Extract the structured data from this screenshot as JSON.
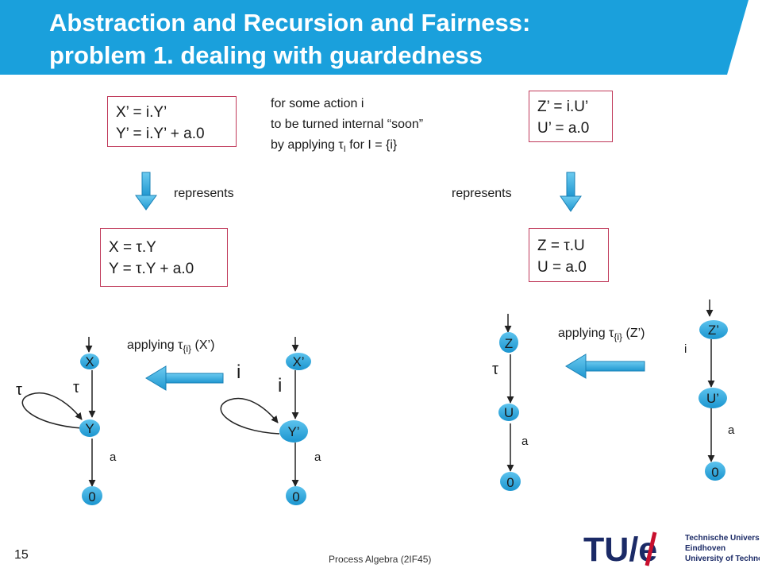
{
  "slide": {
    "title_line1": "Abstraction and Recursion and Fairness:",
    "title_line2": "problem 1. dealing with guardedness",
    "page_number": "15",
    "course": "Process Algebra (2IF45)"
  },
  "boxes": {
    "top_left": [
      "X’ = i.Y’",
      "Y’ = i.Y’ + a.0"
    ],
    "top_right": [
      "Z’ = i.U’",
      "U’ = a.0"
    ],
    "bottom_left": [
      "X = τ.Y",
      "Y = τ.Y + a.0"
    ],
    "bottom_right": [
      "Z = τ.U",
      "U = a.0"
    ]
  },
  "note": {
    "line1": "for some action i",
    "line2": "to be turned internal “soon”",
    "line3_prefix": "by applying τ",
    "line3_sub": "I",
    "line3_suffix": " for I = {i}"
  },
  "represents_label": "represents",
  "applying": {
    "left_prefix": "applying τ",
    "left_sub": "{i}",
    "left_suffix": " (X’)",
    "right_prefix": "applying τ",
    "right_sub": "{i}",
    "right_suffix": " (Z’)"
  },
  "graphs": {
    "g1": {
      "top": "X",
      "mid": "Y",
      "end": "0",
      "loop_label": "τ",
      "edge_top": "τ",
      "edge_bottom": "a"
    },
    "g2": {
      "top": "X’",
      "mid": "Y’",
      "end": "0",
      "loop_label": "i",
      "edge_top": "i",
      "edge_bottom": "a"
    },
    "g3": {
      "top": "Z",
      "mid": "U",
      "end": "0",
      "edge_top": "τ",
      "edge_bottom": "a"
    },
    "g4": {
      "top": "Z’",
      "mid": "U’",
      "end": "0",
      "edge_top": "i",
      "edge_bottom": "a"
    }
  },
  "logo": {
    "mark": "TU/e",
    "line1": "Technische Universiteit",
    "line2": "Eindhoven",
    "line3": "University of Technology"
  },
  "colors": {
    "header_blue": "#1aa0dc",
    "node_fill": "#29a9e1",
    "box_border": "#c0395a",
    "arrow_fill": "#29a9e1",
    "logo_navy": "#1b2a66",
    "logo_red": "#c8102e"
  }
}
